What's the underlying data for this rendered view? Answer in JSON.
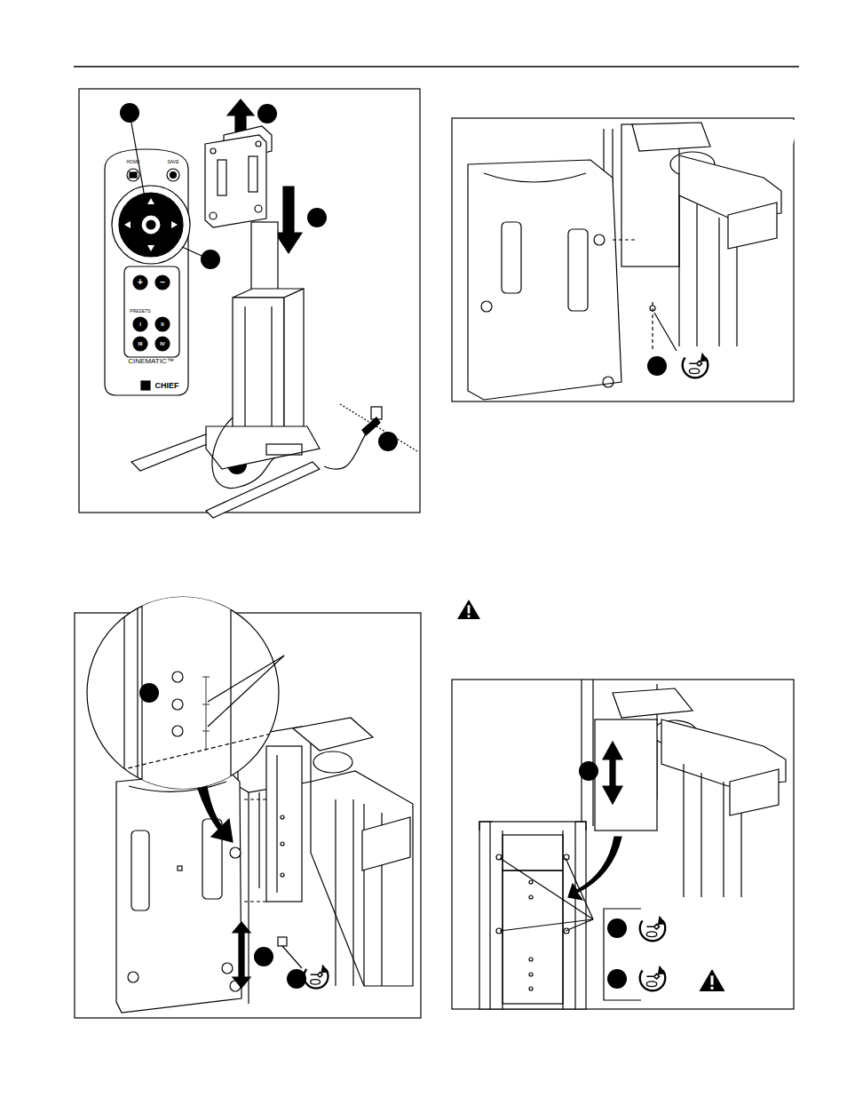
{
  "diagram": {
    "labels": [
      "HOME",
      "SAVE",
      "+",
      "–",
      "PRESETS",
      "I",
      "II",
      "III",
      "IV",
      "CINEMATIC™",
      "CHIEF"
    ]
  }
}
